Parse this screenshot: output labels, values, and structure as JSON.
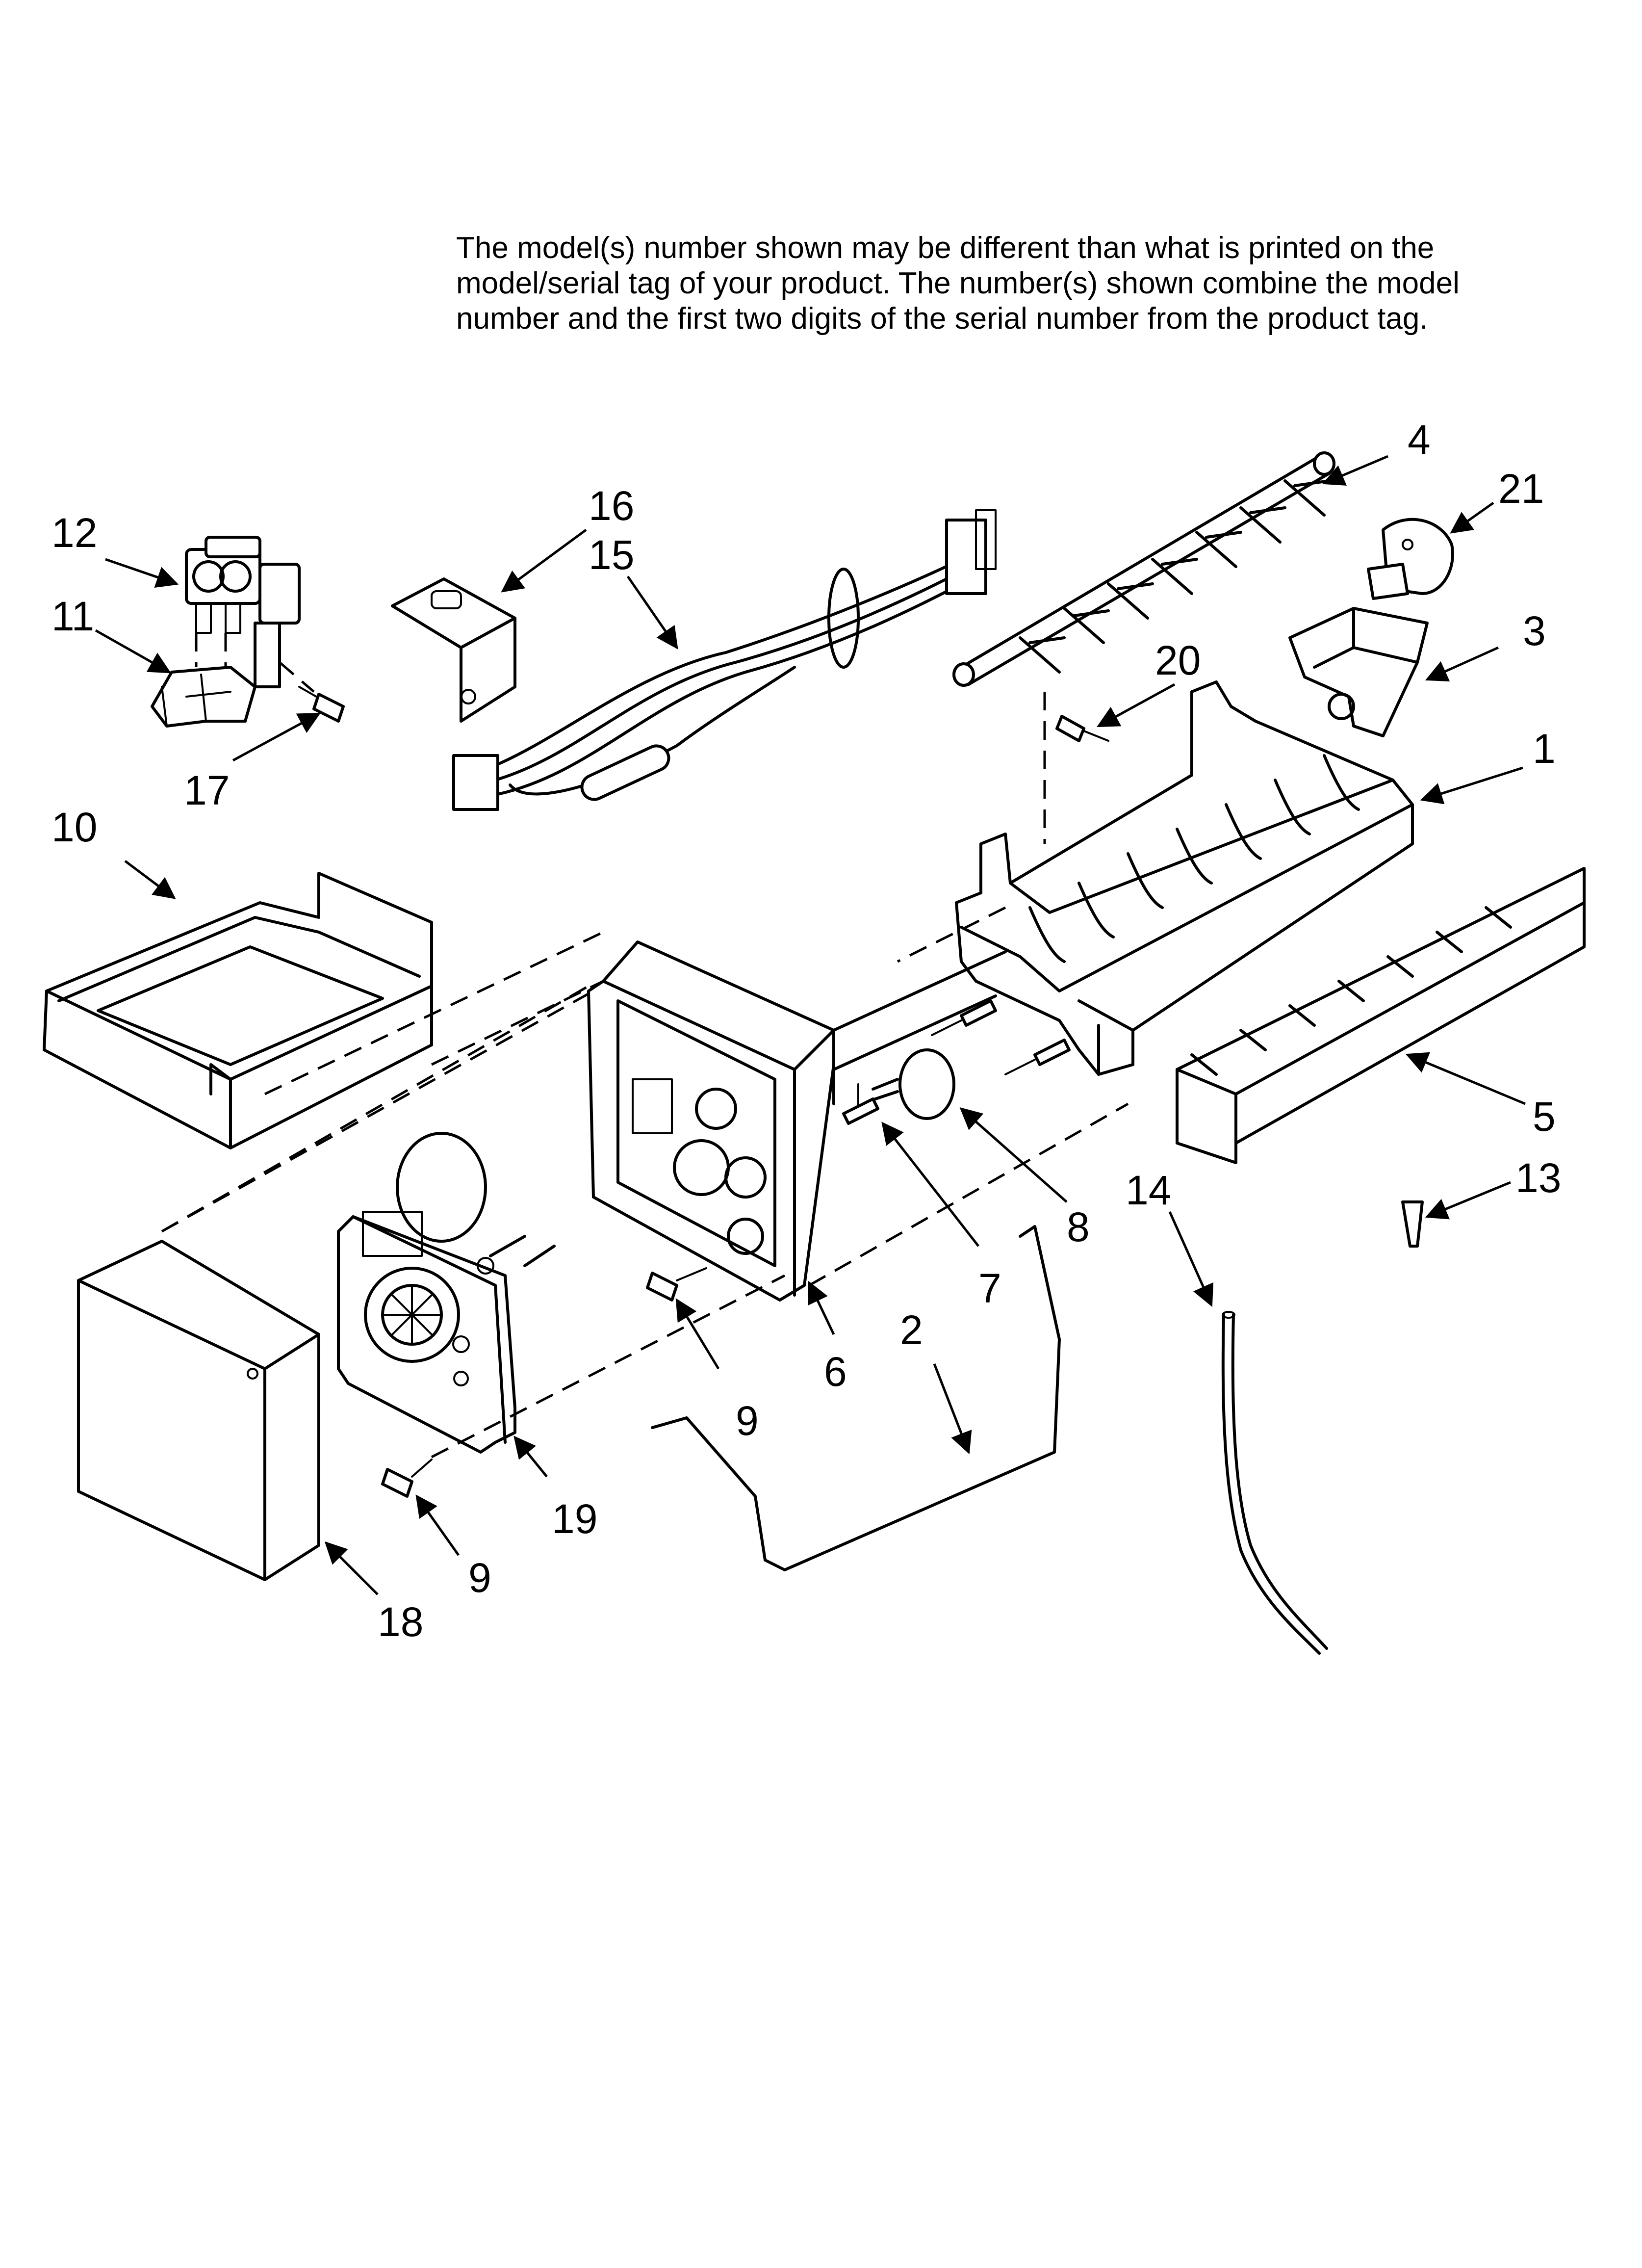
{
  "notice": {
    "line1": "The model(s) number shown may be different than what is printed on the",
    "line2": "model/serial tag of your product. The number(s) shown combine the model",
    "line3": "number and the first two digits of the serial number from the product tag."
  },
  "callouts": {
    "c1": "1",
    "c2": "2",
    "c3": "3",
    "c4": "4",
    "c5": "5",
    "c6": "6",
    "c7": "7",
    "c8": "8",
    "c9a": "9",
    "c9b": "9",
    "c10": "10",
    "c11": "11",
    "c12": "12",
    "c13": "13",
    "c14": "14",
    "c15": "15",
    "c16": "16",
    "c17": "17",
    "c18": "18",
    "c19": "19",
    "c20": "20",
    "c21": "21"
  }
}
